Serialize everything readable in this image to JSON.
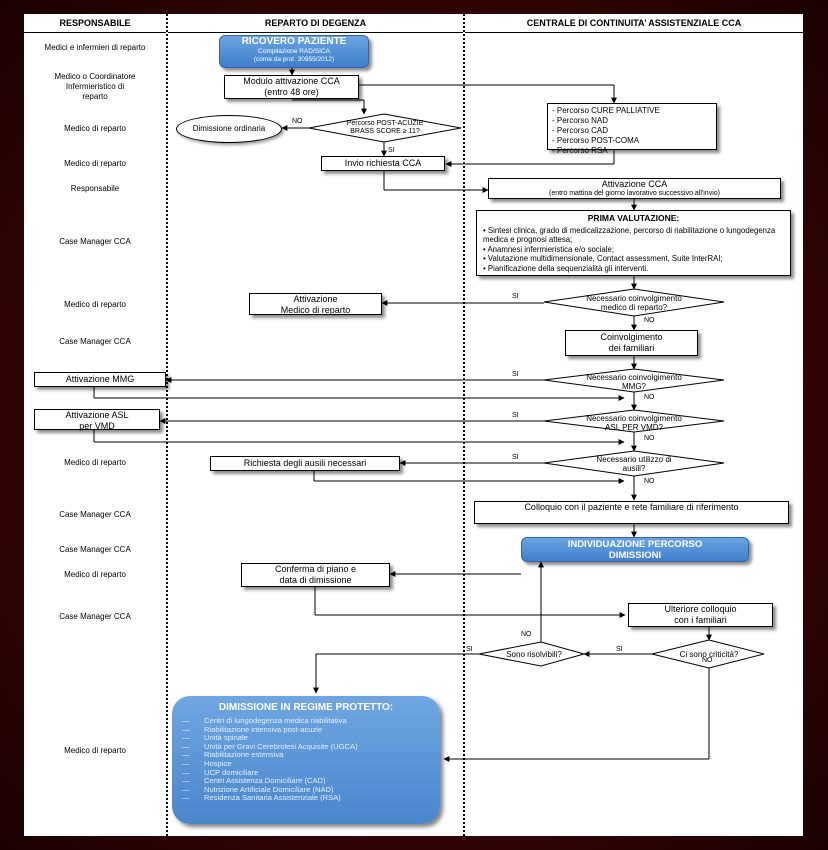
{
  "headers": {
    "responsabile": "RESPONSABILE",
    "reparto": "REPARTO DI DEGENZA",
    "centrale": "CENTRALE DI CONTINUITA’ ASSISTENZIALE CCA"
  },
  "responsabili": [
    "Medici e infermieri di reparto",
    "Medico o Coordinatore Infermieristico di reparto",
    "Medico di reparto",
    "Medico di reparto",
    "Responsabile",
    "Case Manager CCA",
    "Medico di reparto",
    "Case Manager CCA",
    "Medico di reparto",
    "Case Manager CCA",
    "Case Manager CCA",
    "Medico di reparto",
    "Case Manager CCA",
    "Medico di reparto"
  ],
  "boxes": {
    "ricovero_title": "RICOVERO PAZIENTE",
    "ricovero_sub1": "Compilazione RAD/SICA",
    "ricovero_sub2": "(come da prot. 30955/2012)",
    "modulo_1": "Modulo attivazione CCA",
    "modulo_2": "(entro 48 ore)",
    "dimissione_ordinaria": "Dimissione ordinaria",
    "percorso_q_1": "Percorso POST-ACUZIE",
    "percorso_q_2": "BRASS SCORE ≥ 11?",
    "invio": "Invio richiesta CCA",
    "attivazione_cca_1": "Attivazione CCA",
    "attivazione_cca_2": "(entro mattina del giorno lavorativo successivo all'invio)",
    "attivazione_medico_1": "Attivazione",
    "attivazione_medico_2": "Medico di reparto",
    "coinvolgimento_1": "Coinvolgimento",
    "coinvolgimento_2": "dei familiari",
    "attivazione_mmg": "Attivazione MMG",
    "attivazione_asl_1": "Attivazione ASL",
    "attivazione_asl_2": "per VMD",
    "richiesta_ausili": "Richiesta degli ausili necessari",
    "colloquio": "Colloquio con il paziente e rete familiare di riferimento",
    "individuazione_1": "INDIVIDUAZIONE PERCORSO",
    "individuazione_2": "DIMISSIONI",
    "conferma_1": "Conferma di piano e",
    "conferma_2": "data di dimissione",
    "ulteriore_1": "Ulteriore colloquio",
    "ulteriore_2": "con i familiari"
  },
  "percorsi": [
    "- Percorso CURE PALLIATIVE",
    "- Percorso NAD",
    "- Percorso CAD",
    "- Percorso POST-COMA",
    "- Percorso RSA"
  ],
  "prima_valutazione": {
    "title": "PRIMA VALUTAZIONE:",
    "items": [
      "• Sintesi clinica, grado di medicalizzazione, percorso di riabilitazione o lungodegenza medica e prognosi attesa;",
      "• Anamnesi infermieristica e/o sociale;",
      "• Valutazione multidimensionale, Contact assessment, Suite InterRAI;",
      "• Pianificazione della sequenzialità gli interventi."
    ]
  },
  "decisions": {
    "coinv_medico_1": "Necessario coinvolgimento",
    "coinv_medico_2": "medico di reparto?",
    "coinv_mmg_1": "Necessario coinvolgimento",
    "coinv_mmg_2": "MMG?",
    "coinv_asl_1": "Necessario coinvolgimento",
    "coinv_asl_2": "ASL PER VMD?",
    "ausili_1": "Necessario utilizzo di",
    "ausili_2": "ausili?",
    "risolvibili": "Sono risolvibili?",
    "criticita": "Ci sono criticità?"
  },
  "labels": {
    "no": "NO",
    "si": "SI"
  },
  "dimissione": {
    "title": "DIMISSIONE IN REGIME PROTETTO:",
    "dash": "—",
    "items": [
      "Centri di lungodegenza medica riabilitativa",
      "Riabilitazione intensiva post-acuzie",
      "Unità spinale",
      "Unità per Gravi Cerebrolesi Acquisite (UGCA)",
      "Riabilitazione estensiva",
      "Hospice",
      "UCP domiciliare",
      "Centri Assistenza Domiciliare (CAD)",
      "Nutrizione Artificiale Domiciliare (NAD)",
      "Residenza Sanitaria Assistenziale (RSA)"
    ]
  },
  "colors": {
    "frame": "#3a0505",
    "blue_box": "#4a86cc"
  }
}
